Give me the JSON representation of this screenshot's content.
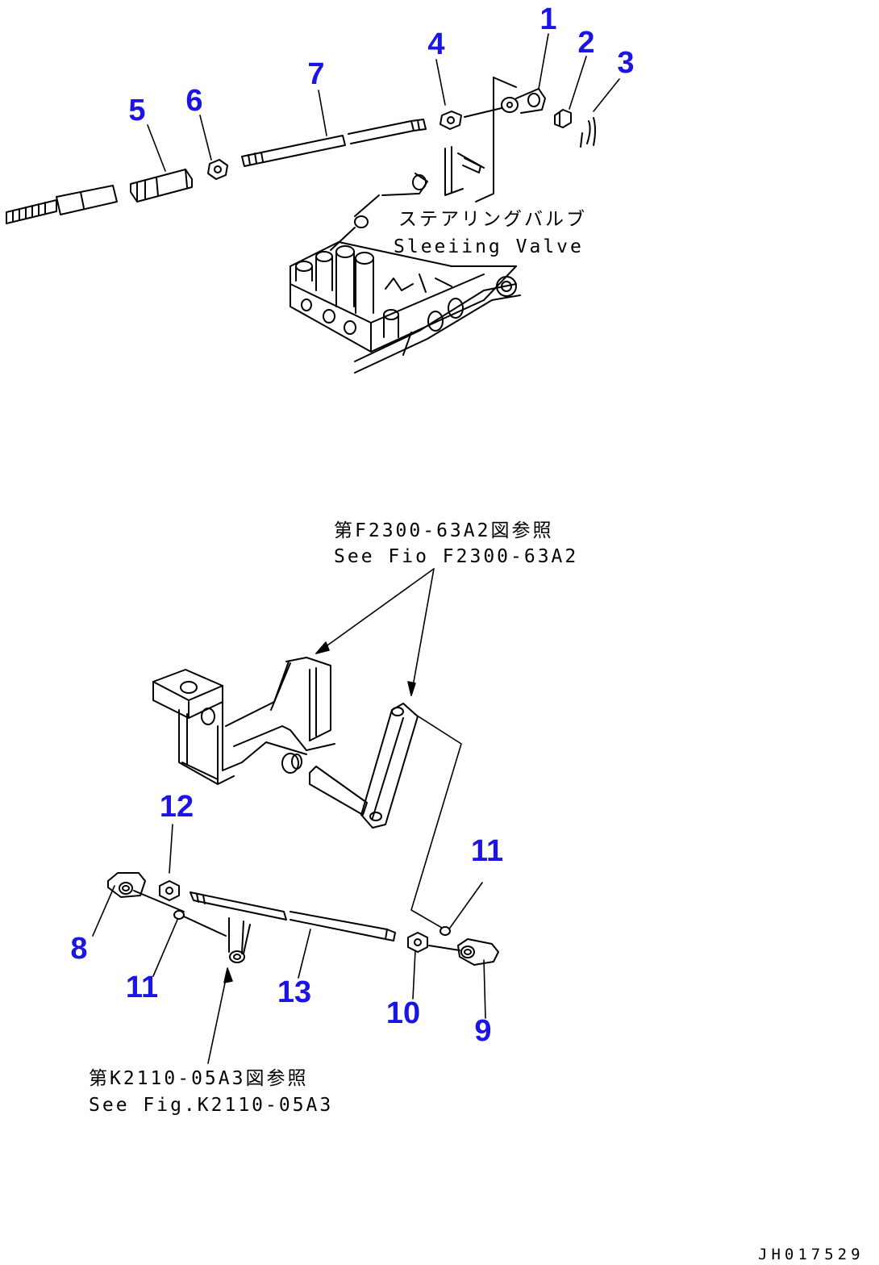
{
  "callouts": {
    "p1": "1",
    "p2": "2",
    "p3": "3",
    "p4": "4",
    "p5": "5",
    "p6": "6",
    "p7": "7",
    "p8": "8",
    "p9": "9",
    "p10": "10",
    "p11a": "11",
    "p11b": "11",
    "p12": "12",
    "p13": "13"
  },
  "notes": {
    "steering_valve_jp": "ステアリングバルブ",
    "steering_valve_en": "Sleeiing Valve",
    "ref_top_jp": "第F2300-63A2図参照",
    "ref_top_en": "See Fio F2300-63A2",
    "ref_bottom_jp": "第K2110-05A3図参照",
    "ref_bottom_en": "See Fig.K2110-05A3"
  },
  "drawing_code": "JH017529",
  "colors": {
    "callout": "#1c14e6",
    "line": "#000000",
    "background": "#ffffff"
  }
}
